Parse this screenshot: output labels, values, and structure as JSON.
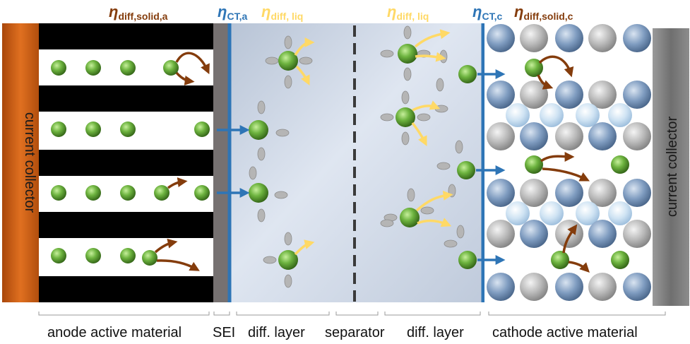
{
  "colors": {
    "anode_collector": "#c55a11",
    "cathode_collector": "#7f7f7f",
    "blue_line": "#2e75b6",
    "eta_solid": "#843c0c",
    "eta_liq": "#ffd966",
    "eta_ct": "#2e75b6",
    "li_ion": "#70ad47"
  },
  "labels": {
    "anode_collector": "current collector",
    "cathode_collector": "current collector",
    "eta_symbol": "η",
    "eta_diff_solid_a_sub": "diff,solid,a",
    "eta_ct_a_sub": "CT,a",
    "eta_diff_liq_left_sub": "diff, liq",
    "eta_diff_liq_right_sub": "diff, liq",
    "eta_ct_c_sub": "CT,c",
    "eta_diff_solid_c_sub": "diff,solid,c"
  },
  "regions": [
    {
      "label": "anode active material"
    },
    {
      "label": "SEI"
    },
    {
      "label": "diff. layer"
    },
    {
      "label": "separator"
    },
    {
      "label": "diff. layer"
    },
    {
      "label": "cathode active material"
    }
  ]
}
